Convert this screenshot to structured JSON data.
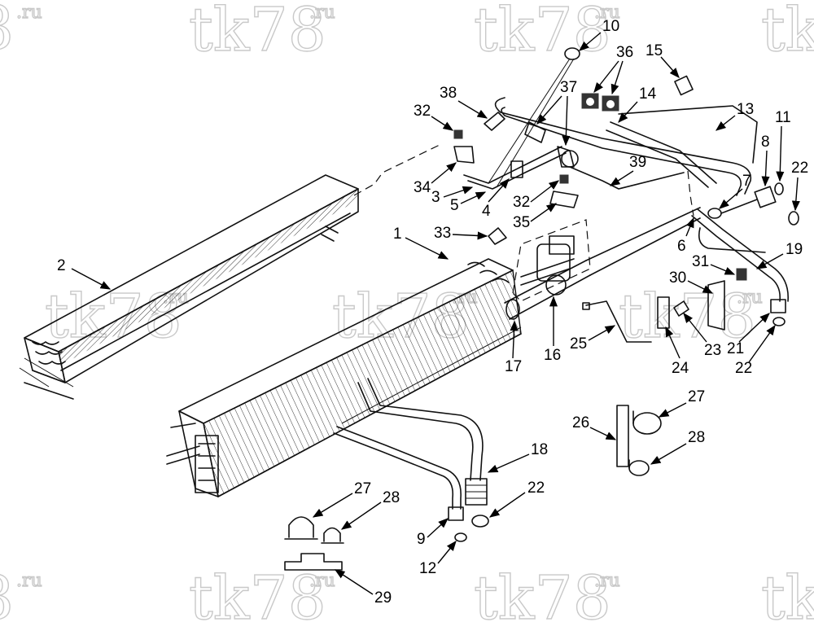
{
  "watermark": {
    "main": "tk78",
    "suffix": ".ru",
    "partial_left": "8",
    "partial_right": "tk"
  },
  "callouts": [
    "1",
    "2",
    "3",
    "4",
    "5",
    "6",
    "7",
    "8",
    "9",
    "10",
    "11",
    "12",
    "13",
    "14",
    "15",
    "16",
    "17",
    "18",
    "19",
    "21",
    "22",
    "22",
    "22",
    "23",
    "24",
    "25",
    "26",
    "27",
    "27",
    "28",
    "28",
    "29",
    "30",
    "31",
    "32",
    "32",
    "33",
    "34",
    "35",
    "36",
    "37",
    "38",
    "39"
  ],
  "colors": {
    "line": "#111111",
    "watermark": "#c9c9c9",
    "background": "#ffffff"
  }
}
